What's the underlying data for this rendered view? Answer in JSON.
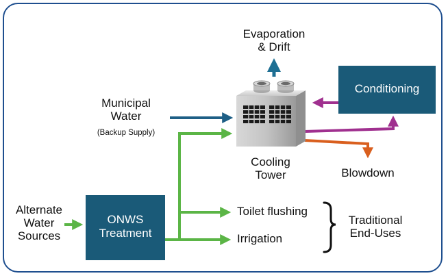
{
  "colors": {
    "frame": "#1f4f8f",
    "box": "#1a5a78",
    "municipal_arrow": "#1e5f86",
    "green_arrow": "#5bb546",
    "magenta_arrow": "#a0308f",
    "orange_arrow": "#d95f1e",
    "evaporation_arrow": "#1e6f93"
  },
  "labels": {
    "evaporation_line1": "Evaporation",
    "evaporation_line2": "& Drift",
    "conditioning": "Conditioning",
    "municipal_line1": "Municipal",
    "municipal_line2": "Water",
    "backup_supply": "(Backup Supply)",
    "cooling_line1": "Cooling",
    "cooling_line2": "Tower",
    "blowdown": "Blowdown",
    "alternate_line1": "Alternate",
    "alternate_line2": "Water",
    "alternate_line3": "Sources",
    "onws_line1": "ONWS",
    "onws_line2": "Treatment",
    "toilet_flushing": "Toilet flushing",
    "irrigation": "Irrigation",
    "traditional_line1": "Traditional",
    "traditional_line2": "End-Uses"
  },
  "icons": {
    "cooling_tower": "cooling-tower-icon",
    "brace": "right-curly-brace"
  }
}
